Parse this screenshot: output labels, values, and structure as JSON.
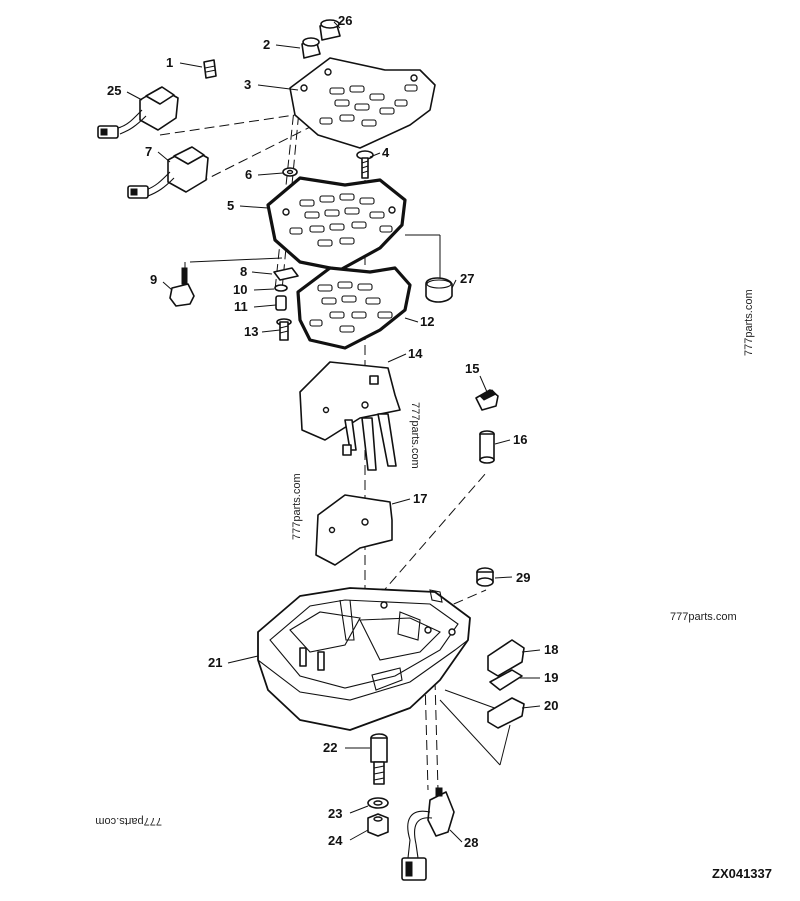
{
  "callouts": [
    {
      "id": "1",
      "text": "1"
    },
    {
      "id": "2",
      "text": "2"
    },
    {
      "id": "3",
      "text": "3"
    },
    {
      "id": "4",
      "text": "4"
    },
    {
      "id": "5",
      "text": "5"
    },
    {
      "id": "6",
      "text": "6"
    },
    {
      "id": "7",
      "text": "7"
    },
    {
      "id": "8",
      "text": "8"
    },
    {
      "id": "9",
      "text": "9"
    },
    {
      "id": "10",
      "text": "10"
    },
    {
      "id": "11",
      "text": "11"
    },
    {
      "id": "12",
      "text": "12"
    },
    {
      "id": "13",
      "text": "13"
    },
    {
      "id": "14",
      "text": "14"
    },
    {
      "id": "15",
      "text": "15"
    },
    {
      "id": "16",
      "text": "16"
    },
    {
      "id": "17",
      "text": "17"
    },
    {
      "id": "18",
      "text": "18"
    },
    {
      "id": "19",
      "text": "19"
    },
    {
      "id": "20",
      "text": "20"
    },
    {
      "id": "21",
      "text": "21"
    },
    {
      "id": "22",
      "text": "22"
    },
    {
      "id": "23",
      "text": "23"
    },
    {
      "id": "24",
      "text": "24"
    },
    {
      "id": "25",
      "text": "25"
    },
    {
      "id": "26",
      "text": "26"
    },
    {
      "id": "27",
      "text": "27"
    },
    {
      "id": "28",
      "text": "28"
    },
    {
      "id": "29",
      "text": "29"
    }
  ],
  "drawing_code": "ZX041337",
  "watermarks": {
    "right_vertical": "777parts.com",
    "center_vertical_a": "777parts.com",
    "center_vertical_b": "777parts.com",
    "right_horizontal": "777parts.com",
    "bottom_left_mirrored": "777parts.com"
  }
}
